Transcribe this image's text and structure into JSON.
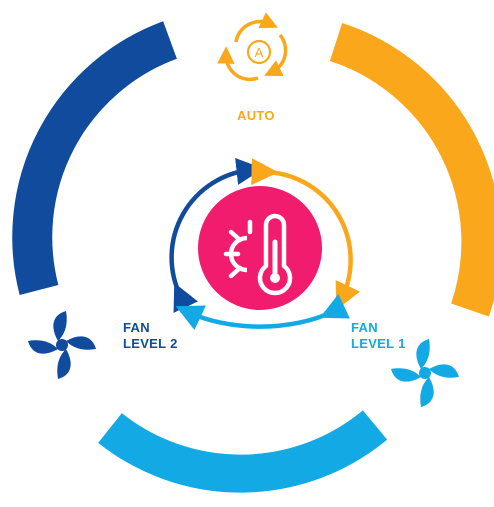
{
  "modes": {
    "auto": {
      "label": "AUTO",
      "icon": "auto-cycle-icon",
      "color": "#FBA71B"
    },
    "fan_level_1": {
      "line1": "FAN",
      "line2": "LEVEL 1",
      "icon": "fan-icon",
      "color": "#12A9E5"
    },
    "fan_level_2": {
      "line1": "FAN",
      "line2": "LEVEL 2",
      "icon": "fan-icon",
      "color": "#114B9E"
    }
  },
  "center": {
    "icon": "thermometer-sun-icon",
    "color": "#F21C6E"
  },
  "center_auto_letter": "A"
}
